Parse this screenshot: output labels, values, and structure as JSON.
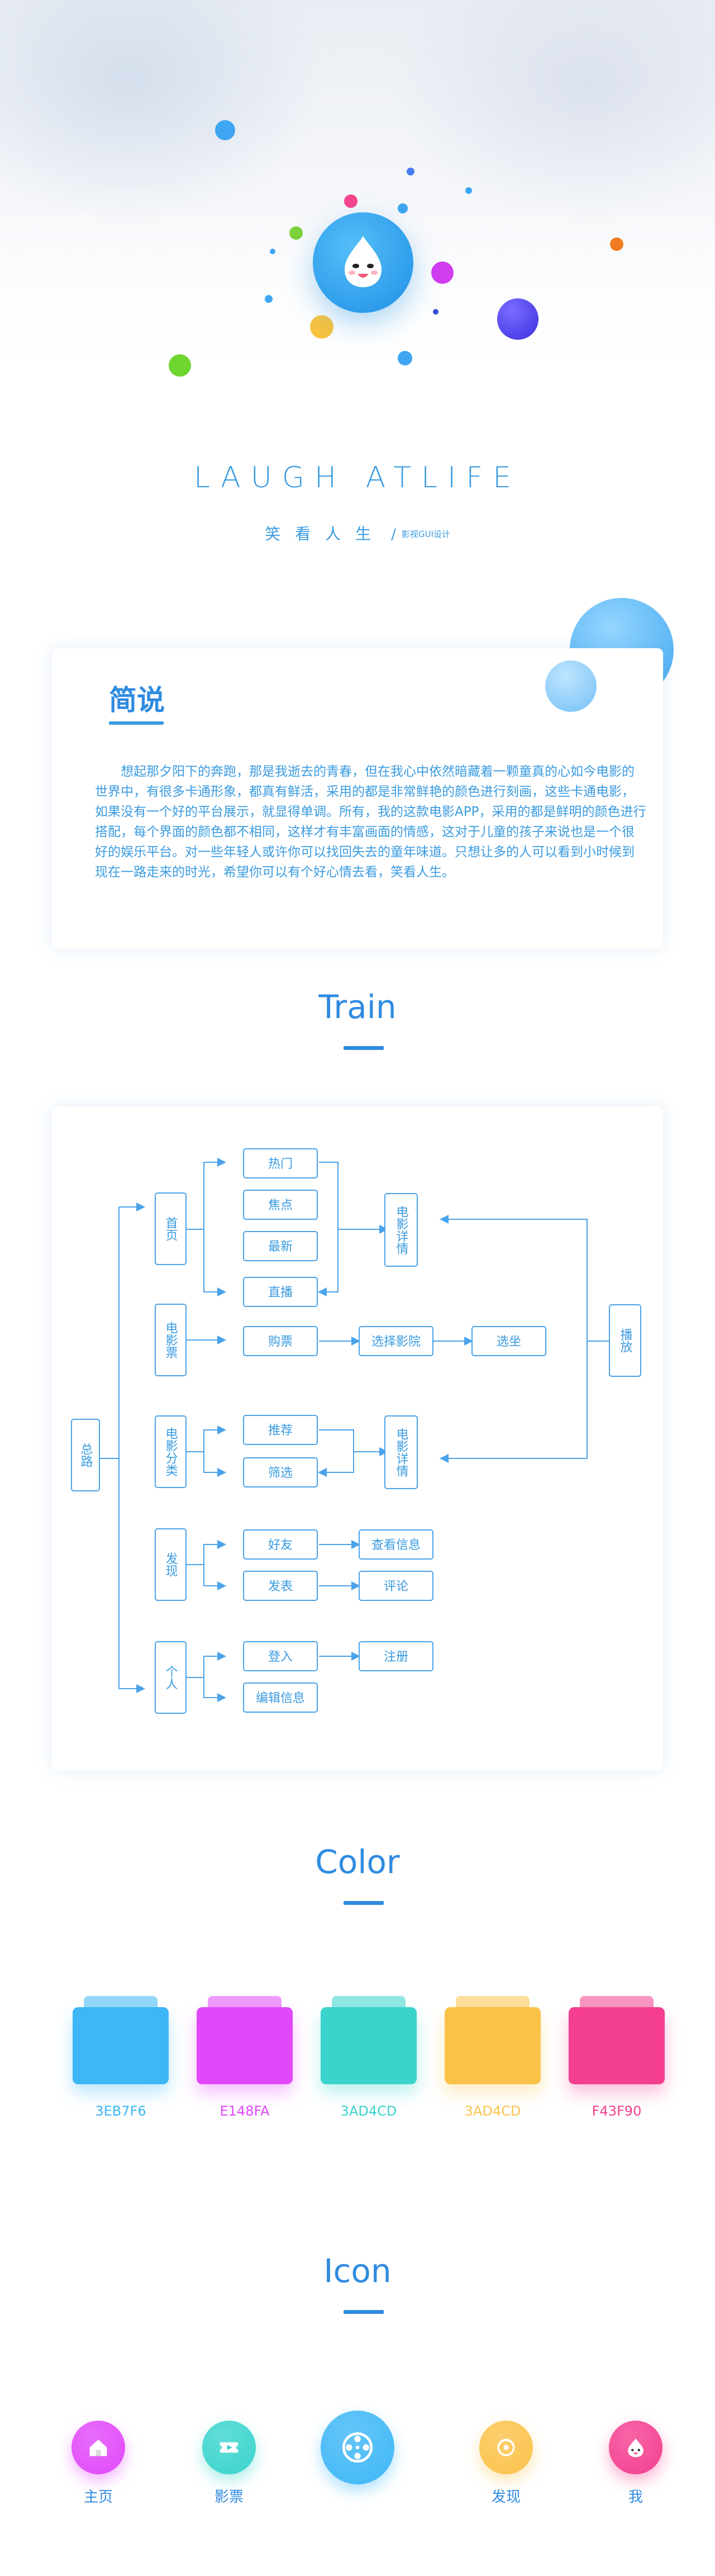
{
  "brand": {
    "title": "LAUGH ATLIFE",
    "subtitle_zh": "笑看人生",
    "subtitle_sep": "/",
    "subtitle_small": "影视GUI设计"
  },
  "intro": {
    "title": "简说",
    "body": "想起那夕阳下的奔跑，那是我逝去的青春，但在我心中依然暗藏着一颗童真的心如今电影的世界中，有很多卡通形象，都真有鲜活，采用的都是非常鲜艳的颜色进行刻画，这些卡通电影，如果没有一个好的平台展示，就显得单调。所有，我的这款电影APP，采用的都是鲜明的颜色进行搭配，每个界面的颜色都不相同，这样才有丰富画面的情感，这对于儿童的孩子来说也是一个很好的娱乐平台。对一些年轻人或许你可以找回失去的童年味道。只想让多的人可以看到小时候到现在一路走来的时光，希望你可以有个好心情去看，笑看人生。"
  },
  "sections": {
    "train": "Train",
    "color": "Color",
    "icon": "Icon"
  },
  "flow": {
    "root": "总路",
    "groups": {
      "home": "首页",
      "tickets": "电影票",
      "category": "电影分类",
      "discover": "发现",
      "personal": "个人"
    },
    "items": {
      "hot": "热门",
      "focus": "焦点",
      "latest": "最新",
      "live": "直播",
      "buy": "购票",
      "choose_cinema": "选择影院",
      "choose_seat": "选坐",
      "recommend": "推荐",
      "filter": "筛选",
      "friends": "好友",
      "publish": "发表",
      "view_info": "查看信息",
      "comment": "评论",
      "login": "登入",
      "register": "注册",
      "edit_info": "编辑信息",
      "detail1": "电影详情",
      "detail2": "电影详情",
      "play": "播放"
    }
  },
  "palette": [
    {
      "label": "3EB7F6",
      "color": "#3EB7F6",
      "labelColor": "#3EB7F6"
    },
    {
      "label": "E148FA",
      "color": "#E148FA",
      "labelColor": "#E148FA"
    },
    {
      "label": "3AD4CD",
      "color": "#3AD4CD",
      "labelColor": "#3AD4CD"
    },
    {
      "label": "3AD4CD",
      "color": "#FBC24A",
      "labelColor": "#FBC24A"
    },
    {
      "label": "F43F90",
      "color": "#F43F90",
      "labelColor": "#F43F90"
    }
  ],
  "tabbar": [
    {
      "label": "主页",
      "icon": "home-icon",
      "color": "#E148FA"
    },
    {
      "label": "影票",
      "icon": "ticket-icon",
      "color": "#3AD4CD"
    },
    {
      "label": "",
      "icon": "film-reel-icon",
      "color": "#3EB7F6"
    },
    {
      "label": "发现",
      "icon": "discover-icon",
      "color": "#FBC24A"
    },
    {
      "label": "我",
      "icon": "face-icon",
      "color": "#F43F90"
    }
  ],
  "accent": "#2F8BE0"
}
